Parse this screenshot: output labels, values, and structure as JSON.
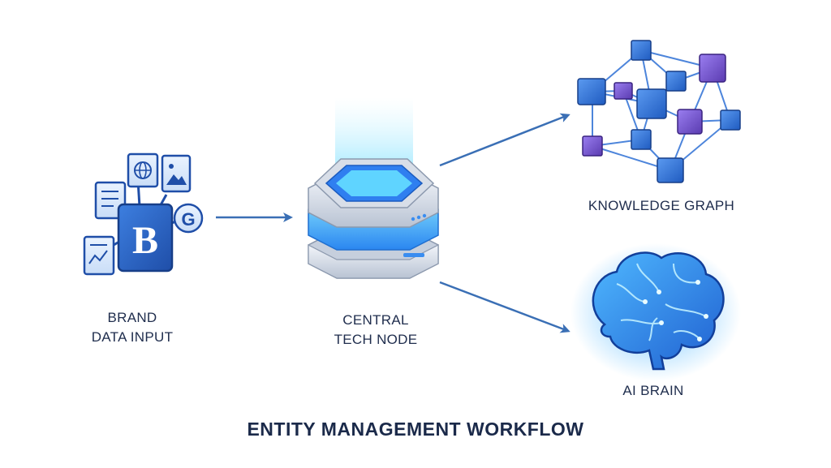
{
  "nodes": {
    "brand": {
      "line1": "BRAND",
      "line2": "DATA INPUT"
    },
    "central": {
      "line1": "CENTRAL",
      "line2": "TECH NODE"
    },
    "knowledge_graph": {
      "label": "KNOWLEDGE GRAPH"
    },
    "ai_brain": {
      "label": "AI BRAIN"
    }
  },
  "footer": {
    "title": "ENTITY MANAGEMENT WORKFLOW"
  },
  "icons": {
    "brand_logo_letter": "B",
    "brand_g_letter": "G"
  },
  "colors": {
    "text_dark": "#1f2d4d",
    "arrow": "#3a6fb5",
    "cube_blue": "#2e6fd1",
    "cube_purple": "#6a4bc4",
    "glow_cyan": "#3fd0ff"
  }
}
